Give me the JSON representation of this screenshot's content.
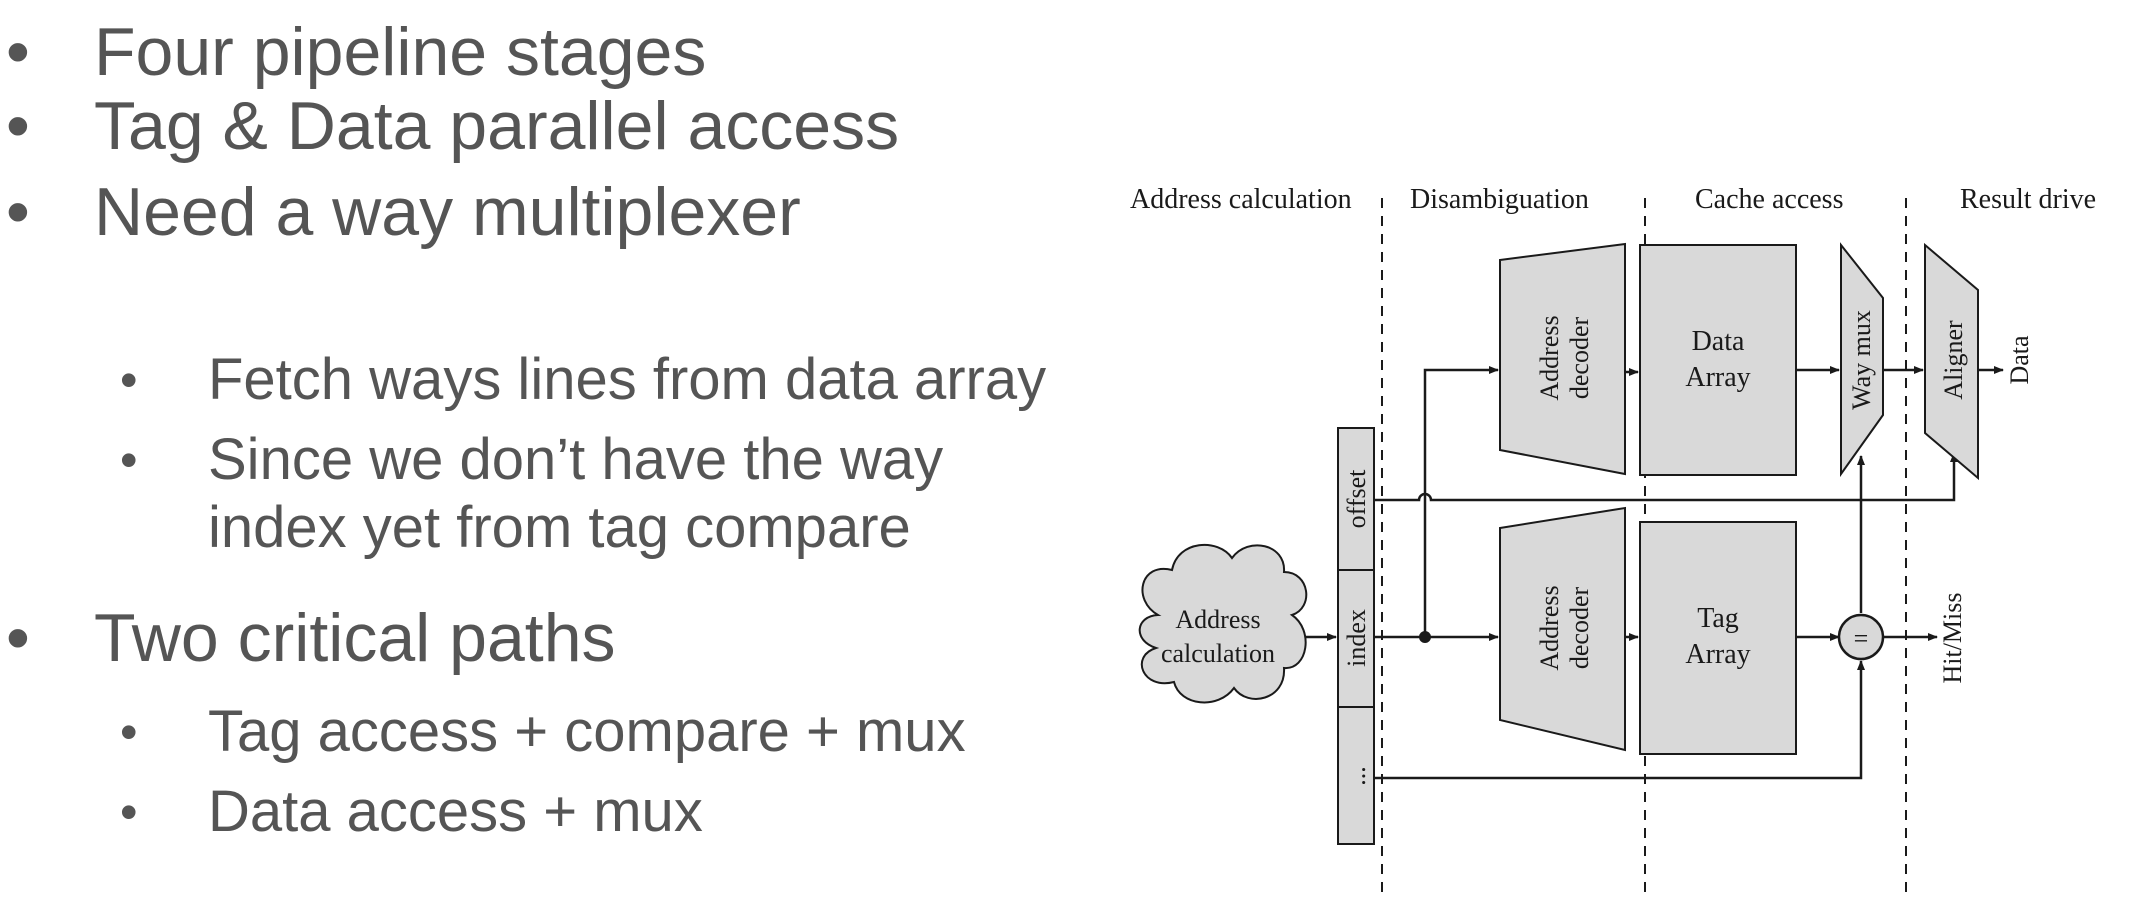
{
  "bullets": {
    "items": [
      {
        "bullet": "•",
        "text": "Four pipeline stages"
      },
      {
        "bullet": "•",
        "text": "Tag & Data  parallel access"
      },
      {
        "bullet": "•",
        "text": "Need a way multiplexer",
        "subitems": [
          {
            "bullet": "•",
            "text": "Fetch ways lines from data array"
          },
          {
            "bullet": "•",
            "line1": "Since we don’t have the way",
            "line2": "index yet from tag compare"
          }
        ]
      },
      {
        "bullet": "•",
        "text": "Two critical paths",
        "subitems": [
          {
            "bullet": "•",
            "text": "Tag access + compare + mux"
          },
          {
            "bullet": "•",
            "text": "Data access + mux"
          }
        ]
      }
    ]
  },
  "diagram": {
    "stages": [
      "Address calculation",
      "Disambiguation",
      "Cache access",
      "Result drive"
    ],
    "cloud": {
      "line1": "Address",
      "line2": "calculation"
    },
    "address_fields": [
      "offset",
      "index",
      "..."
    ],
    "decoder_top": {
      "line1": "Address",
      "line2": "decoder"
    },
    "decoder_bottom": {
      "line1": "Address",
      "line2": "decoder"
    },
    "data_array": {
      "line1": "Data",
      "line2": "Array"
    },
    "tag_array": {
      "line1": "Tag",
      "line2": "Array"
    },
    "way_mux": "Way mux",
    "aligner": "Aligner",
    "comparator": "=",
    "output_data": "Data",
    "output_hit": "Hit/Miss",
    "colors": {
      "block_fill": "#d9d9d9",
      "stroke": "#1a1a1a",
      "text": "#555555"
    }
  }
}
